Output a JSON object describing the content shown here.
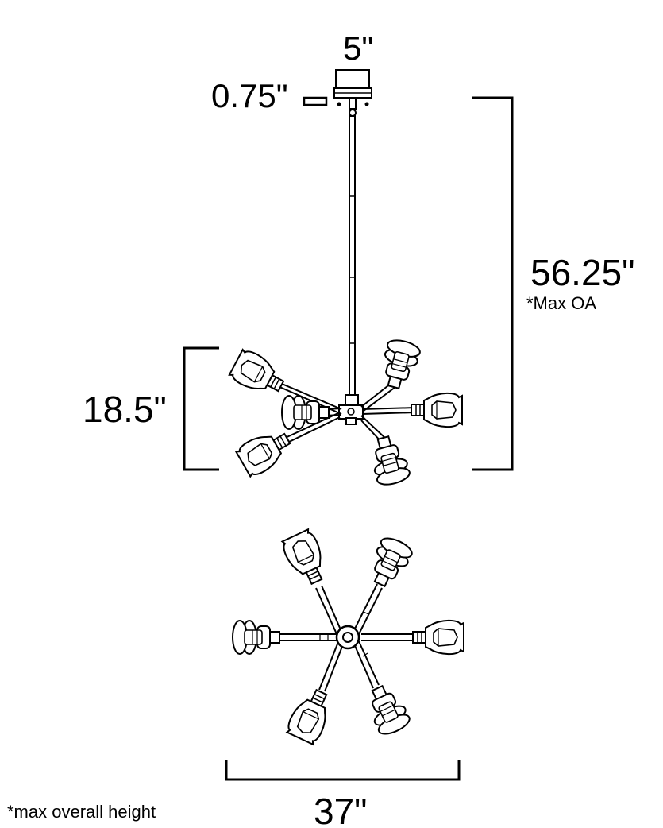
{
  "dimensions": {
    "canopy_width": "5\"",
    "canopy_height": "0.75\"",
    "overall_height": "56.25\"",
    "overall_height_note": "*Max OA",
    "fixture_height": "18.5\"",
    "fixture_width": "37\""
  },
  "footnote": "*max overall height",
  "colors": {
    "line": "#000000",
    "background": "#ffffff",
    "glass": "#ffffff"
  }
}
